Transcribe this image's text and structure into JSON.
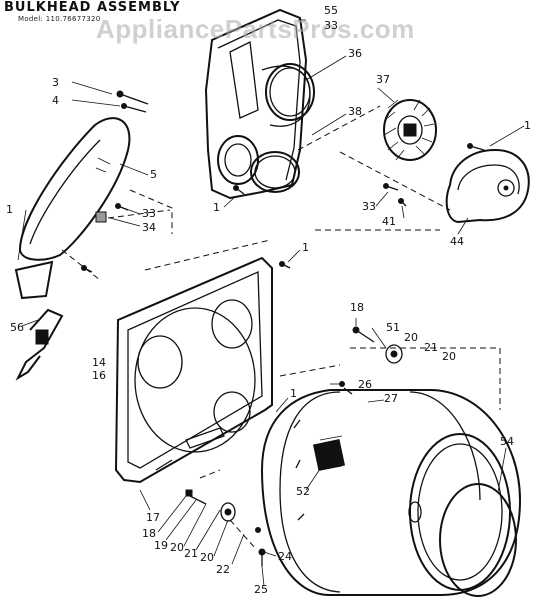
{
  "title": "BULKHEAD ASSEMBLY",
  "model": "Model: 110.76677320",
  "watermark": "AppliancePartsPros.com",
  "callouts": [
    "55",
    "33",
    "36",
    "37",
    "38",
    "1",
    "3",
    "4",
    "5",
    "1",
    "33",
    "34",
    "1",
    "33",
    "41",
    "44",
    "1",
    "56",
    "18",
    "51",
    "20",
    "21",
    "20",
    "14",
    "16",
    "1",
    "26",
    "27",
    "52",
    "54",
    "17",
    "18",
    "19",
    "20",
    "21",
    "20",
    "22",
    "24",
    "25"
  ]
}
